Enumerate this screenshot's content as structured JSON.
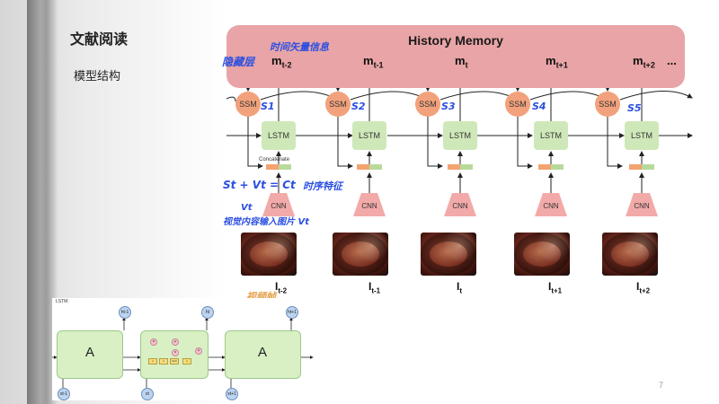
{
  "slide": {
    "title": "文献阅读",
    "subtitle": "模型结构",
    "page_number": "7"
  },
  "figure": {
    "memory_title": "History Memory",
    "memory_labels": [
      {
        "main": "m",
        "sub": "t-2"
      },
      {
        "main": "m",
        "sub": "t-1"
      },
      {
        "main": "m",
        "sub": "t"
      },
      {
        "main": "m",
        "sub": "t+1"
      },
      {
        "main": "m",
        "sub": "t+2"
      }
    ],
    "memory_ellipsis": "...",
    "ssm_label": "SSM",
    "lstm_label": "LSTM",
    "cnn_label": "CNN",
    "concatenate_label": "Concatenate",
    "frame_labels": [
      {
        "main": "I",
        "sub": "t-2"
      },
      {
        "main": "I",
        "sub": "t-1"
      },
      {
        "main": "I",
        "sub": "t"
      },
      {
        "main": "I",
        "sub": "t+1"
      },
      {
        "main": "I",
        "sub": "t+2"
      }
    ],
    "colors": {
      "memory": "#e8a4a6",
      "ssm": "#f1a27c",
      "lstm": "#cfe8b9",
      "cnn": "#f2aaa9",
      "handwriting_blue": "#2b4fe0",
      "handwriting_orange": "#e5a24c"
    }
  },
  "annotations": {
    "hidden_layer": "隐藏层",
    "time_vector": "时间矢量信息",
    "ssm_tags": [
      "S1",
      "S2",
      "S3",
      "S4",
      "S5"
    ],
    "formula": "St + Vt = Ct",
    "temporal_feature": "时序特征",
    "vt_label": "Vt",
    "vt_desc": "视觉内容输入图片 Vt",
    "video_frame": "视频帧"
  },
  "lstm_inset": {
    "label": "LSTM:",
    "cell_letter": "A",
    "outputs": [
      "ht-1",
      "ht",
      "ht+1"
    ],
    "inputs": [
      "xt-1",
      "xt",
      "xt+1"
    ]
  }
}
